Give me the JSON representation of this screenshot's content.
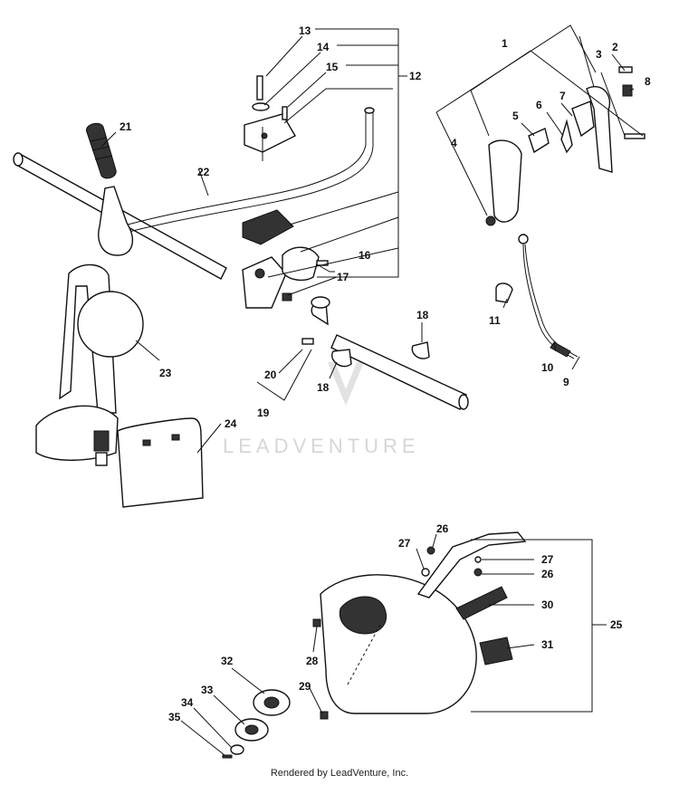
{
  "watermark": "LEADVENTURE",
  "footer": "Rendered by LeadVenture, Inc.",
  "callouts": {
    "c1": "1",
    "c2": "2",
    "c3": "3",
    "c4": "4",
    "c5": "5",
    "c6": "6",
    "c7": "7",
    "c8": "8",
    "c9": "9",
    "c10": "10",
    "c11": "11",
    "c12": "12",
    "c13": "13",
    "c14": "14",
    "c15": "15",
    "c16": "16",
    "c17": "17",
    "c18a": "18",
    "c18b": "18",
    "c19": "19",
    "c20": "20",
    "c21": "21",
    "c22": "22",
    "c23": "23",
    "c24": "24",
    "c25": "25",
    "c26a": "26",
    "c26b": "26",
    "c27a": "27",
    "c27b": "27",
    "c28": "28",
    "c29": "29",
    "c30": "30",
    "c31": "31",
    "c32": "32",
    "c33": "33",
    "c34": "34",
    "c35": "35"
  }
}
